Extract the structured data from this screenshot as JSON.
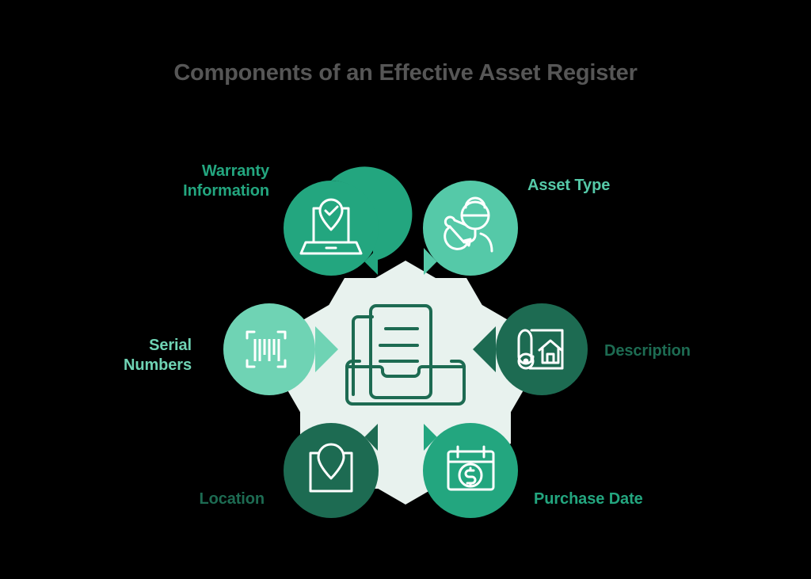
{
  "title": "Components of an Effective Asset Register",
  "colors": {
    "background": "#000000",
    "title_text": "#565656",
    "hub_fill": "#e8f2ee",
    "hub_icon_stroke": "#1d6b52",
    "green_medium": "#23a67f",
    "green_mint": "#55c9a8",
    "green_dark": "#1d6b52",
    "green_light_mint": "#6fd3b4",
    "node_icon_stroke": "#ffffff"
  },
  "hub": {
    "icon": "document-tray-icon",
    "shape": "hexagon"
  },
  "nodes": [
    {
      "id": "warranty-information",
      "label": "Warranty\nInformation",
      "icon": "laptop-check-pin-icon",
      "fill": "#23a67f",
      "label_color": "#23a67f",
      "position": "top-left"
    },
    {
      "id": "asset-type",
      "label": "Asset Type",
      "icon": "worker-inspector-icon",
      "fill": "#55c9a8",
      "label_color": "#55c9a8",
      "position": "top-right"
    },
    {
      "id": "description",
      "label": "Description",
      "icon": "blueprint-house-icon",
      "fill": "#1d6b52",
      "label_color": "#1d6b52",
      "position": "right"
    },
    {
      "id": "purchase-date",
      "label": "Purchase Date",
      "icon": "calendar-dollar-icon",
      "fill": "#23a67f",
      "label_color": "#23a67f",
      "position": "bottom-right"
    },
    {
      "id": "location",
      "label": "Location",
      "icon": "map-pin-frame-icon",
      "fill": "#1d6b52",
      "label_color": "#1d6b52",
      "position": "bottom-left"
    },
    {
      "id": "serial-numbers",
      "label": "Serial\nNumbers",
      "icon": "barcode-scan-icon",
      "fill": "#6fd3b4",
      "label_color": "#6fd3b4",
      "position": "left"
    }
  ]
}
